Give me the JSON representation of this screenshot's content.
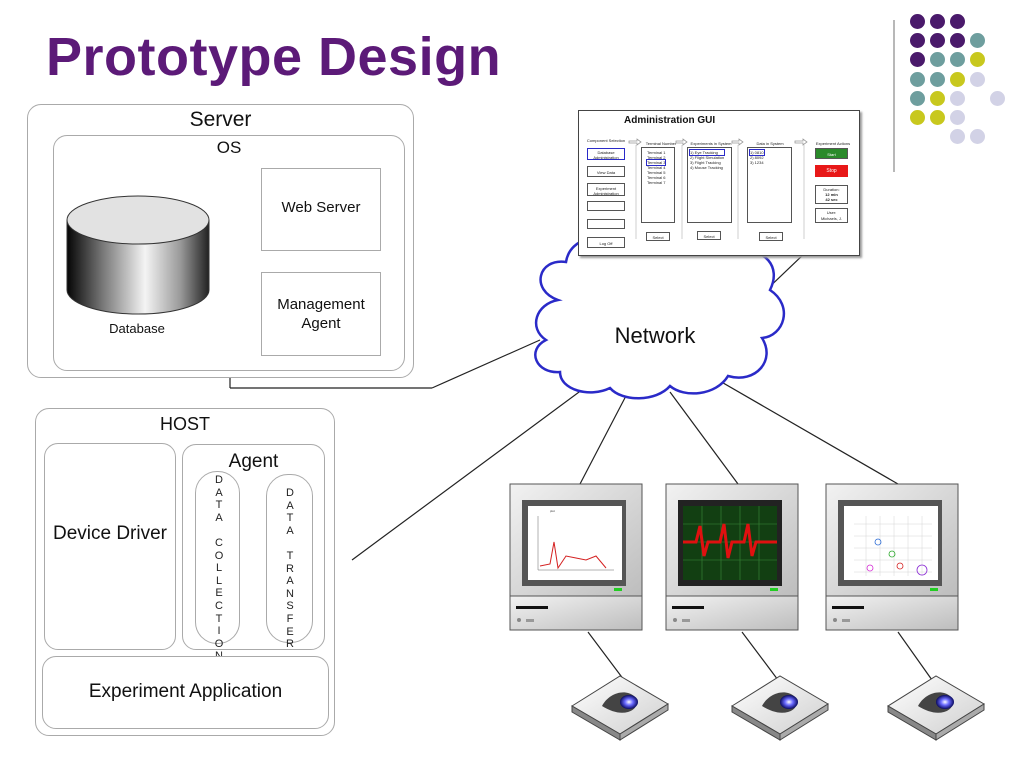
{
  "title": "Prototype Design",
  "server": {
    "label": "Server",
    "os_label": "OS",
    "database_label": "Database",
    "web_server_label": "Web Server",
    "management_agent_label": "Management Agent"
  },
  "host": {
    "label": "HOST",
    "device_driver_label": "Device Driver",
    "agent_label": "Agent",
    "data_collection_label": "DATA COLLECTION",
    "data_transfer_label": "DATA TRANSFER",
    "experiment_application_label": "Experiment Application"
  },
  "network_label": "Network",
  "admin_gui": {
    "title": "Administration GUI",
    "component_selection": "Component Selection",
    "database_administration": "Database Administration",
    "view_data": "View Data",
    "experiment_administration": "Experiment Administration",
    "log_off": "Log Off",
    "terminal_number": "Terminal Number",
    "terminals": [
      "Terminal 1",
      "Terminal 2",
      "Terminal 3",
      "Terminal 4",
      "Terminal 5",
      "Terminal 6",
      "Terminal 7"
    ],
    "experiments_in_system": "Experiments in System",
    "experiments": [
      "1) Eye Tracking",
      "2) Flight Simulation",
      "3) Flight Tracking",
      "4) Mouse Tracking"
    ],
    "data_in_system": "Data in System",
    "data_items": [
      "1) 0810",
      "2) 8092",
      "3) 1234"
    ],
    "select": "Select",
    "experiment_actions": "Experiment Actions",
    "start": "Start",
    "stop": "Stop",
    "duration_label": "Duration:",
    "duration_min": "12 min",
    "duration_sec": "42 sec",
    "user_label": "User:",
    "user_name": "Michaels, J."
  },
  "colors": {
    "title": "#5c1a78",
    "dot_purple": "#4a1a6b",
    "dot_teal": "#6e9e9e",
    "dot_yellow": "#c8c81e",
    "dot_lavender": "#d2d2e6",
    "network_outline": "#2a2ac8",
    "start_button": "#2a8a2a",
    "stop_button": "#e81818"
  }
}
